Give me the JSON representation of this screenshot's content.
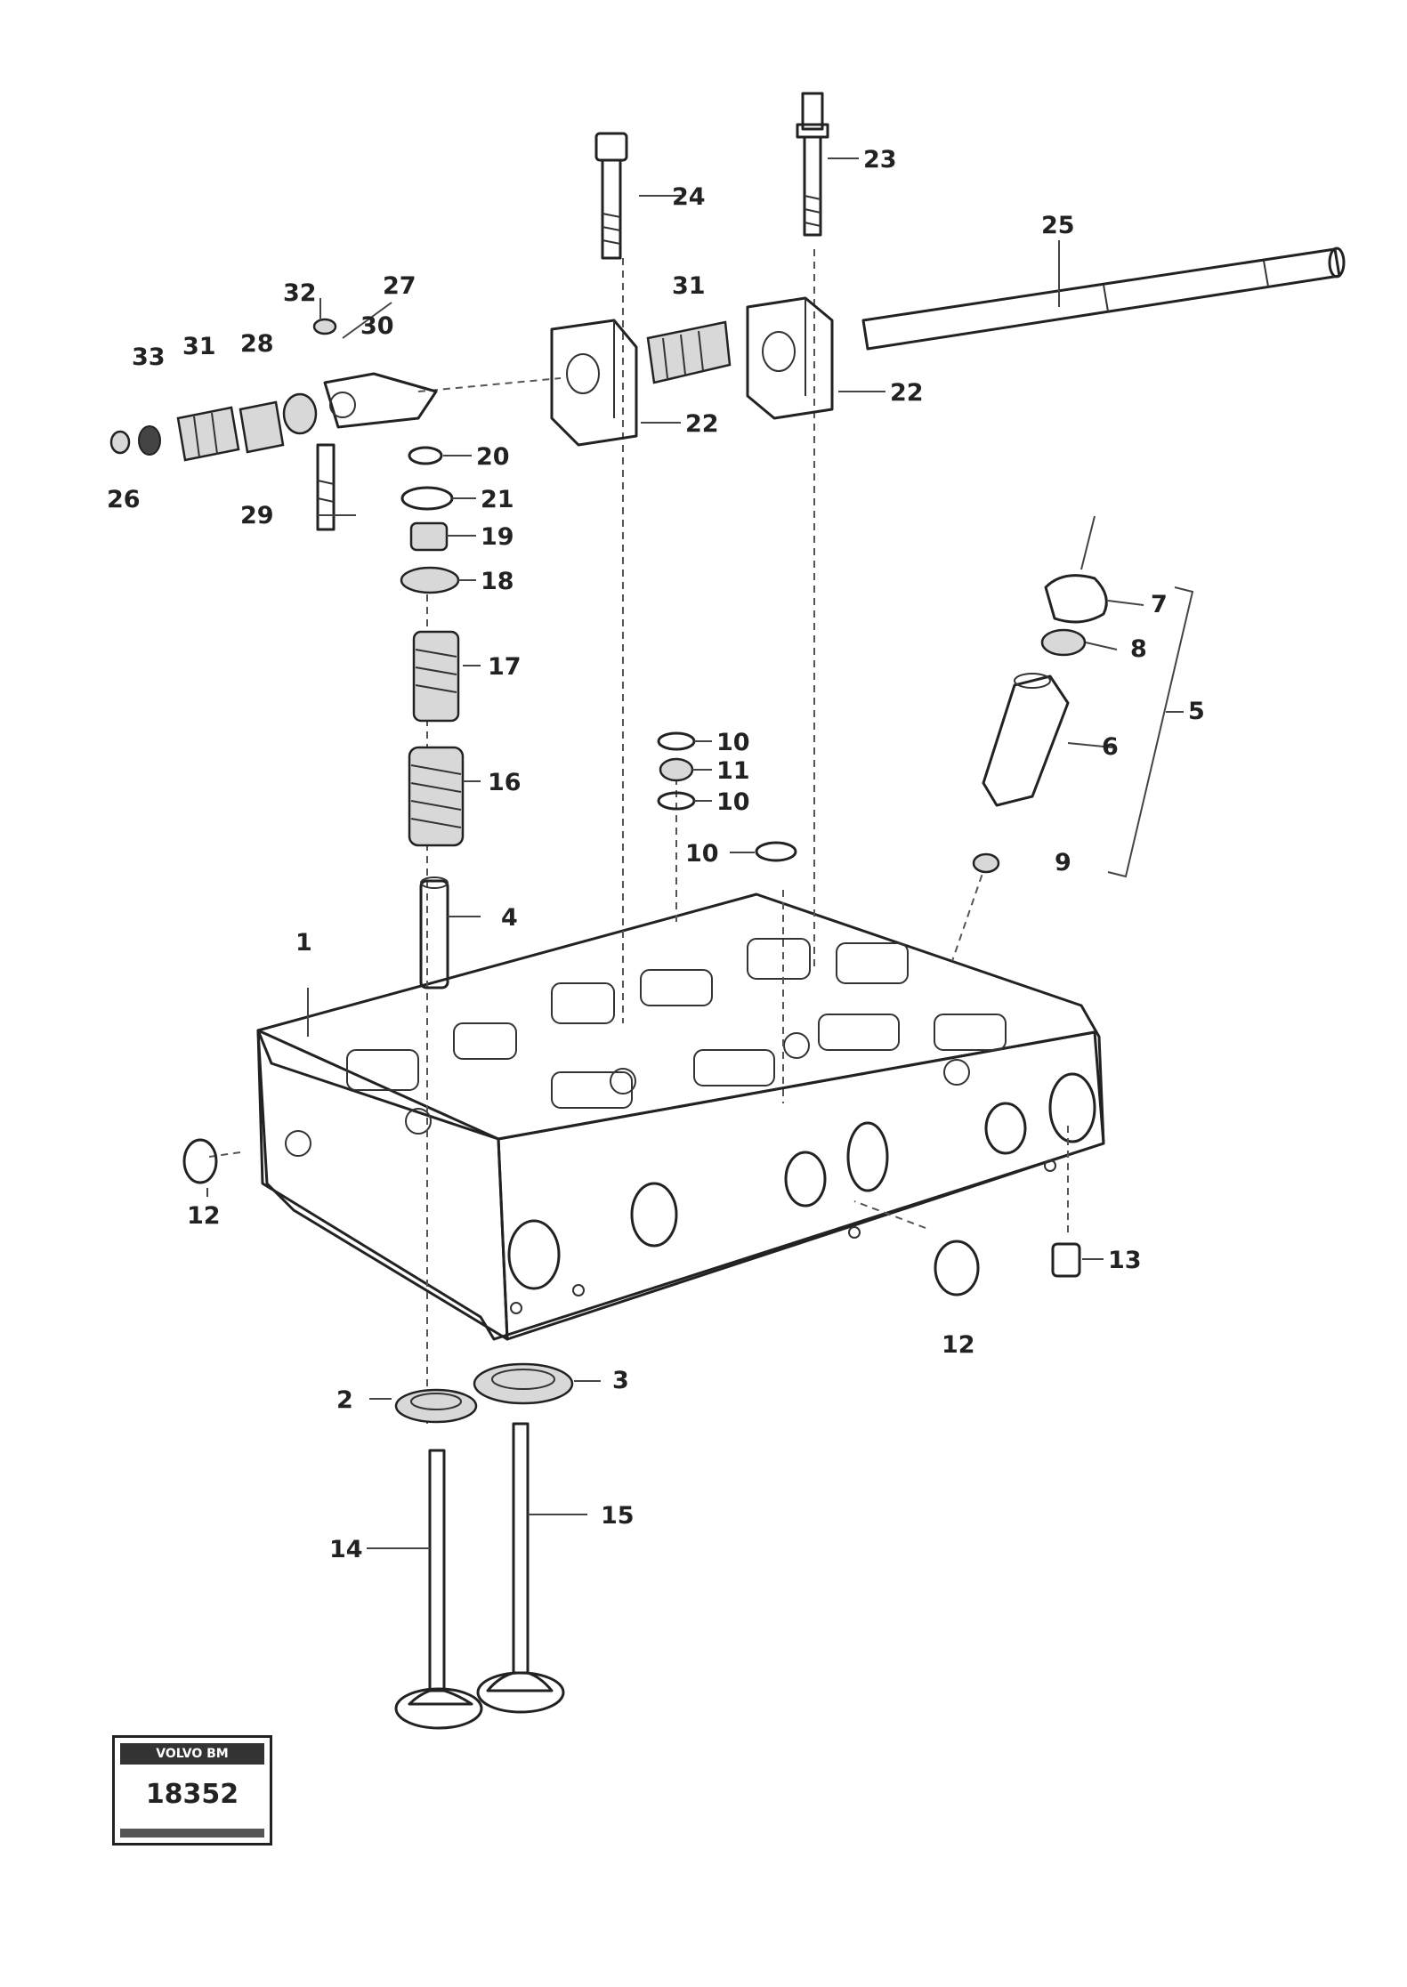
{
  "stamp": {
    "brand": "VOLVO BM",
    "number": "18352"
  },
  "callouts": {
    "c1": "1",
    "c2": "2",
    "c3": "3",
    "c4": "4",
    "c5": "5",
    "c6": "6",
    "c7": "7",
    "c8": "8",
    "c9": "9",
    "c10a": "10",
    "c10b": "10",
    "c10c": "10",
    "c11": "11",
    "c12a": "12",
    "c12b": "12",
    "c13": "13",
    "c14": "14",
    "c15": "15",
    "c16": "16",
    "c17": "17",
    "c18": "18",
    "c19": "19",
    "c20": "20",
    "c21": "21",
    "c22a": "22",
    "c22b": "22",
    "c23": "23",
    "c24": "24",
    "c25": "25",
    "c26": "26",
    "c27": "27",
    "c28": "28",
    "c29": "29",
    "c30": "30",
    "c31a": "31",
    "c31b": "31",
    "c32": "32",
    "c33": "33"
  }
}
